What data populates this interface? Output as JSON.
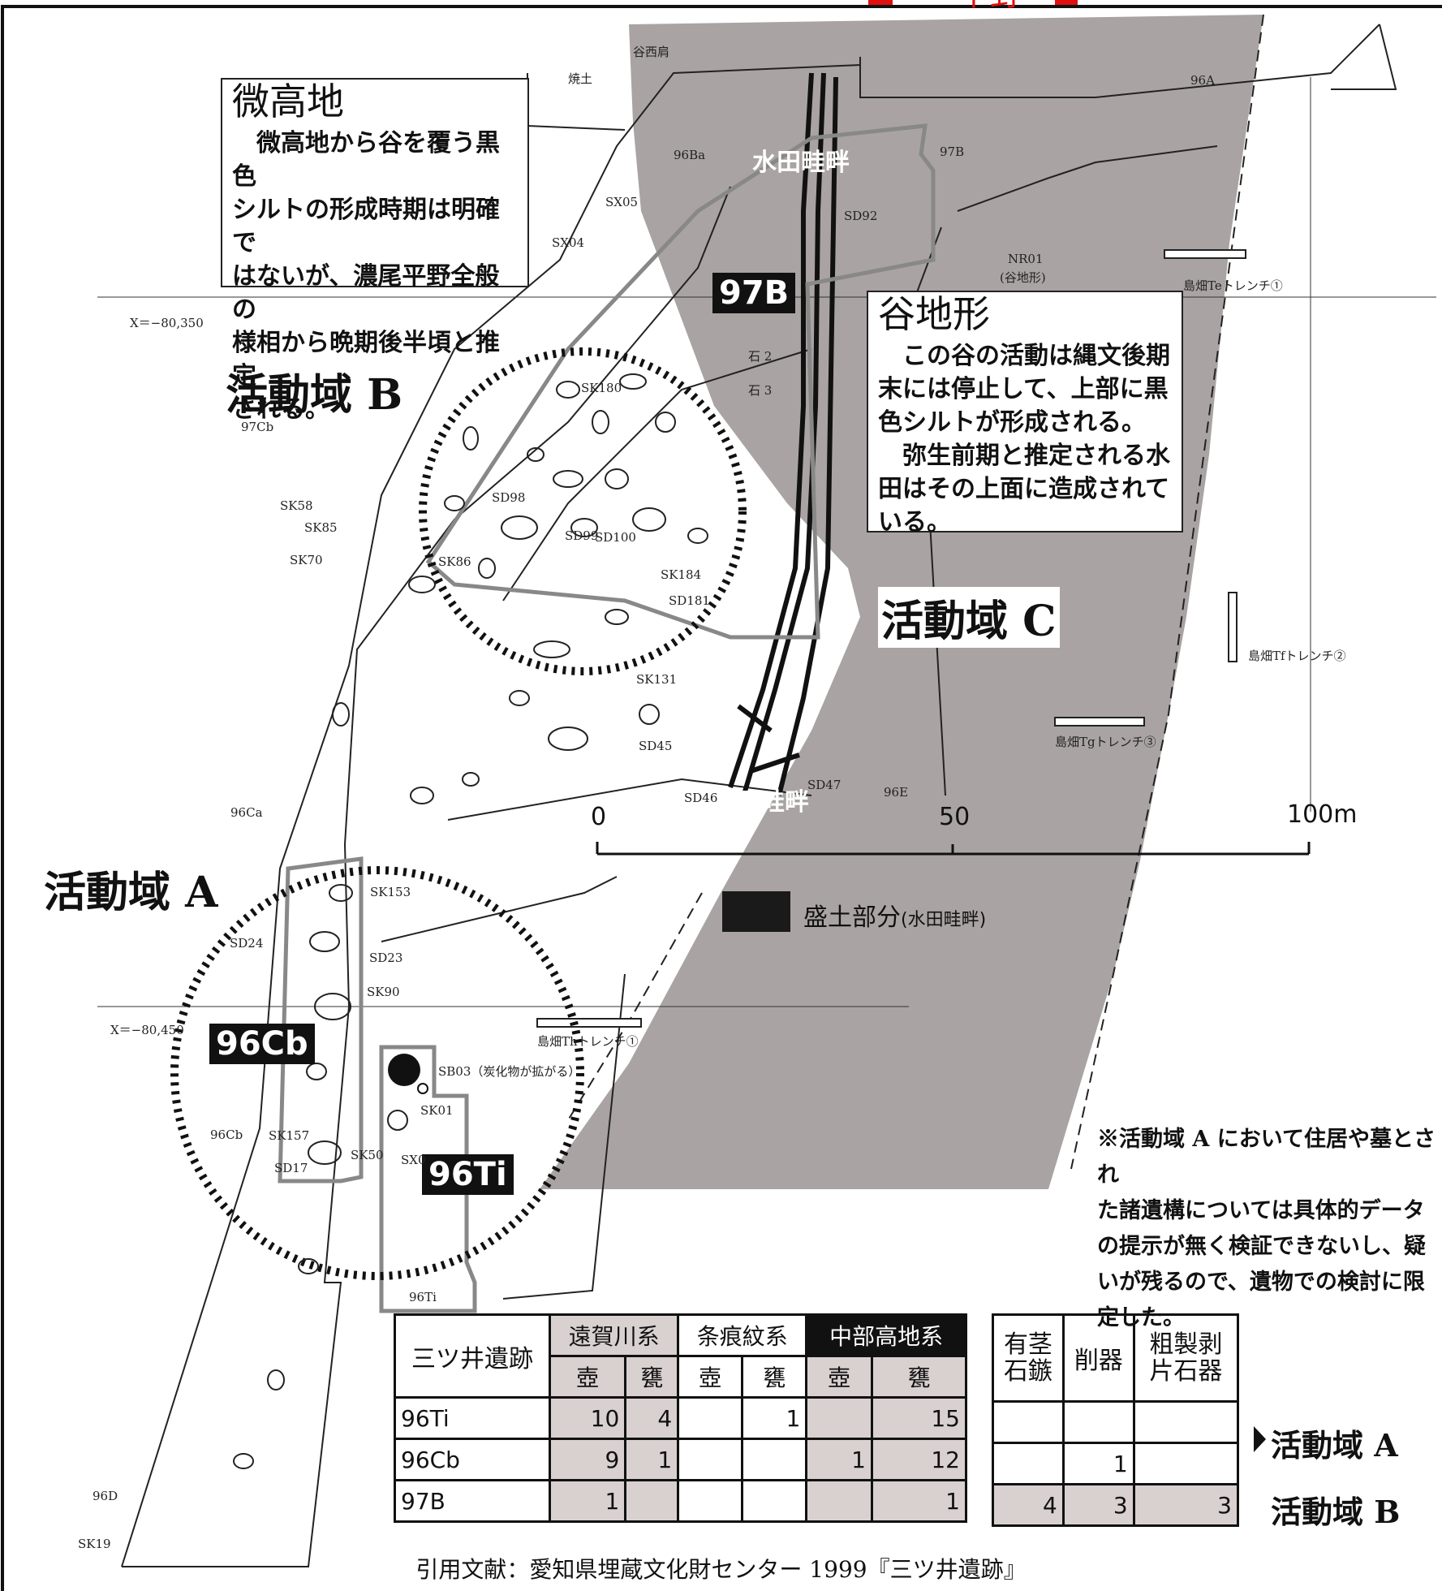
{
  "header_fragment": "平野",
  "boxes": {
    "upland": {
      "title": "微高地",
      "body": "　微高地から谷を覆う黒色\nシルトの形成時期は明確で\nはないが、濃尾平野全般の\n様相から晩期後半頃と推定\nされる。"
    },
    "valley": {
      "title": "谷地形",
      "body": "　この谷の活動は縄文後期\n末には停止して、上部に黒\n色シルトが形成される。\n　弥生前期と推定される水\n田はその上面に造成されて\nいる。"
    }
  },
  "zones": {
    "a": "活動域 A",
    "b": "活動域 B",
    "c": "活動域 C"
  },
  "area_tags": {
    "t97b": "97B",
    "t96cb": "96Cb",
    "t96ti": "96Ti"
  },
  "paddy_labels": {
    "top": "水田畦畔",
    "bottom": "水田畦畔"
  },
  "small_labels": {
    "yakedo": "焼土",
    "tanishi": "谷西肩",
    "a96a": "96A",
    "a96ba": "96Ba",
    "a97b": "97B",
    "sx05": "SX05",
    "sx04": "SX04",
    "sd92": "SD92",
    "nr01": "NR01",
    "nr01b": "(谷地形)",
    "te": "島畑Teトレンチ①",
    "x1": "X＝−80,350",
    "ishi2": "石 2",
    "ishi3": "石 3",
    "sk180": "SK180",
    "a97cb": "97Cb",
    "sd98": "SD98",
    "sd99": "SD99",
    "sd100": "SD100",
    "sk58": "SK58",
    "sk85": "SK85",
    "sk70": "SK70",
    "sk86": "SK86",
    "sk184": "SK184",
    "sd181": "SD181",
    "tf": "島畑Tfトレンチ②",
    "sk131": "SK131",
    "tg": "島畑Tgトレンチ③",
    "sd45": "SD45",
    "sd46": "SD46",
    "sd47": "SD47",
    "a96e": "96E",
    "a96ca": "96Ca",
    "sk153": "SK153",
    "sd24": "SD24",
    "sd23": "SD23",
    "sk90": "SK90",
    "x2": "X＝−80,450",
    "th": "島畑Thトレンチ①",
    "sb03": "SB03（炭化物が拡がる）",
    "sk01": "SK01",
    "a96cb": "96Cb",
    "sk157": "SK157",
    "sk50": "SK50",
    "sx0": "SX0",
    "sd17": "SD17",
    "a96ti": "96Ti",
    "a96d": "96D",
    "sk19": "SK19"
  },
  "scale": {
    "s0": "0",
    "s50": "50",
    "s100": "100m"
  },
  "legend": {
    "label": "盛土部分",
    "paren": "(水田畦畔)"
  },
  "note": "※活動域 A において住居や墓とされ\nた諸遺構については具体的データ\nの提示が無く検証できないし、疑\nいが残るので、遺物での検討に限\n定した。",
  "table": {
    "site": "三ツ井遺跡",
    "groups": [
      "遠賀川系",
      "条痕紋系",
      "中部高地系"
    ],
    "sub": [
      "壺",
      "甕",
      "壺",
      "甕",
      "壺",
      "甕"
    ],
    "tools": [
      "有茎\n石鏃",
      "削器",
      "粗製剥\n片石器"
    ],
    "rows": [
      {
        "name": "96Ti",
        "pottery": [
          "10",
          "4",
          "",
          "1",
          "",
          "15"
        ],
        "tools": [
          "",
          "",
          ""
        ]
      },
      {
        "name": "96Cb",
        "pottery": [
          "9",
          "1",
          "",
          "",
          "1",
          "12"
        ],
        "tools": [
          "",
          "1",
          ""
        ]
      },
      {
        "name": "97B",
        "pottery": [
          "1",
          "",
          "",
          "",
          "",
          "1"
        ],
        "tools": [
          "4",
          "3",
          "3"
        ]
      }
    ],
    "row_labels": [
      "活動域 A",
      "活動域 B"
    ]
  },
  "citation": "引用文献：愛知県埋蔵文化財センター 1999『三ツ井遺跡』",
  "colors": {
    "valley_fill": "#aaa3a3",
    "table_shade": "#d9d1d0",
    "frame": "#111111"
  }
}
